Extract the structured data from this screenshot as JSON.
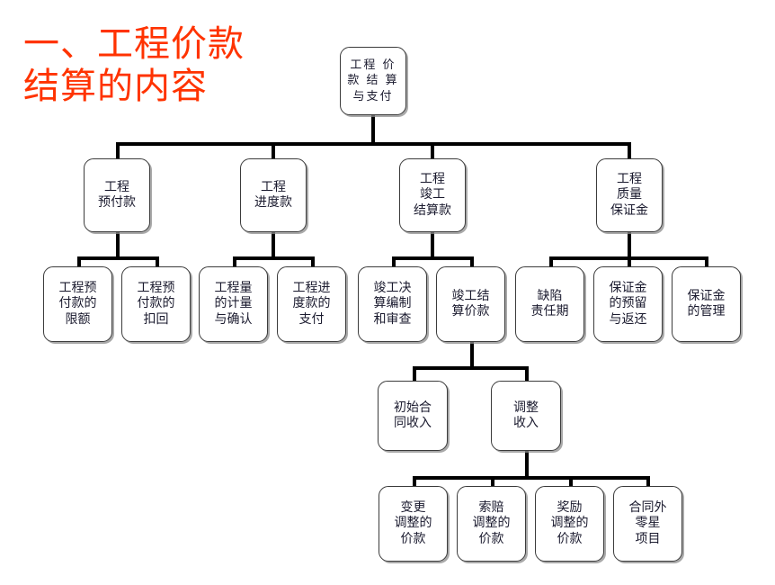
{
  "slide": {
    "title": "一、工程价款\n结算的内容",
    "title_color": "#FF3300",
    "background": "#FFFFFF",
    "line_color": "#000000",
    "node_border_color": "#3B3B3B",
    "node_fill": "#FFFFFF"
  },
  "chart_data": {
    "type": "diagram",
    "diagram_kind": "tree-org-chart",
    "title": "一、工程价款结算的内容",
    "orientation": "top-down",
    "levels": 5,
    "nodes": [
      {
        "id": "root",
        "label": "工程 价\n款 结 算\n与支付",
        "level": 0,
        "parent": null
      },
      {
        "id": "n1",
        "label": "工程\n预付款",
        "level": 1,
        "parent": "root"
      },
      {
        "id": "n2",
        "label": "工程\n进度款",
        "level": 1,
        "parent": "root"
      },
      {
        "id": "n3",
        "label": "工程\n竣工\n结算款",
        "level": 1,
        "parent": "root"
      },
      {
        "id": "n4",
        "label": "工程\n质量\n保证金",
        "level": 1,
        "parent": "root"
      },
      {
        "id": "n1a",
        "label": "工程预\n付款的\n限额",
        "level": 2,
        "parent": "n1"
      },
      {
        "id": "n1b",
        "label": "工程预\n付款的\n扣回",
        "level": 2,
        "parent": "n1"
      },
      {
        "id": "n2a",
        "label": "工程量\n的计量\n与确认",
        "level": 2,
        "parent": "n2"
      },
      {
        "id": "n2b",
        "label": "工程进\n度款的\n支付",
        "level": 2,
        "parent": "n2"
      },
      {
        "id": "n3a",
        "label": "竣工决\n算编制\n和审查",
        "level": 2,
        "parent": "n3"
      },
      {
        "id": "n3b",
        "label": "竣工结\n算价款",
        "level": 2,
        "parent": "n3"
      },
      {
        "id": "n4a",
        "label": "缺陷\n责任期",
        "level": 2,
        "parent": "n4"
      },
      {
        "id": "n4b",
        "label": "保证金\n的预留\n与返还",
        "level": 2,
        "parent": "n4"
      },
      {
        "id": "n4c",
        "label": "保证金\n的管理",
        "level": 2,
        "parent": "n4"
      },
      {
        "id": "n3b1",
        "label": "初始合\n同收入",
        "level": 3,
        "parent": "n3b"
      },
      {
        "id": "n3b2",
        "label": "调整\n收入",
        "level": 3,
        "parent": "n3b"
      },
      {
        "id": "n3b2a",
        "label": "变更\n调整的\n价款",
        "level": 4,
        "parent": "n3b2"
      },
      {
        "id": "n3b2b",
        "label": "索赔\n调整的\n价款",
        "level": 4,
        "parent": "n3b2"
      },
      {
        "id": "n3b2c",
        "label": "奖励\n调整的\n价款",
        "level": 4,
        "parent": "n3b2"
      },
      {
        "id": "n3b2d",
        "label": "合同外\n零星\n项目",
        "level": 4,
        "parent": "n3b2"
      }
    ]
  }
}
